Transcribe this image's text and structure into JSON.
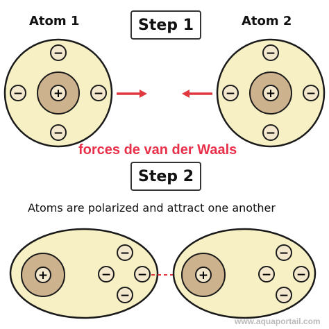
{
  "labels": {
    "atom1": "Atom 1",
    "atom2": "Atom 2",
    "step1": "Step 1",
    "step2": "Step 2",
    "overlay": "forces de van der Waals",
    "caption": "Atoms are polarized and attract one another",
    "watermark": "www.aquaportail.com"
  },
  "symbols": {
    "positive": "+",
    "negative": "−"
  },
  "colors": {
    "atom_fill": "#f7f0c4",
    "nucleus_fill": "#cdb28e",
    "outline": "#1a1a1a",
    "arrow": "#e0383f",
    "dashed_link": "#e0383f",
    "overlay_text": "#e8304a"
  },
  "icons": {
    "arrow_right": "red-arrow-right-icon",
    "arrow_left": "red-arrow-left-icon"
  }
}
